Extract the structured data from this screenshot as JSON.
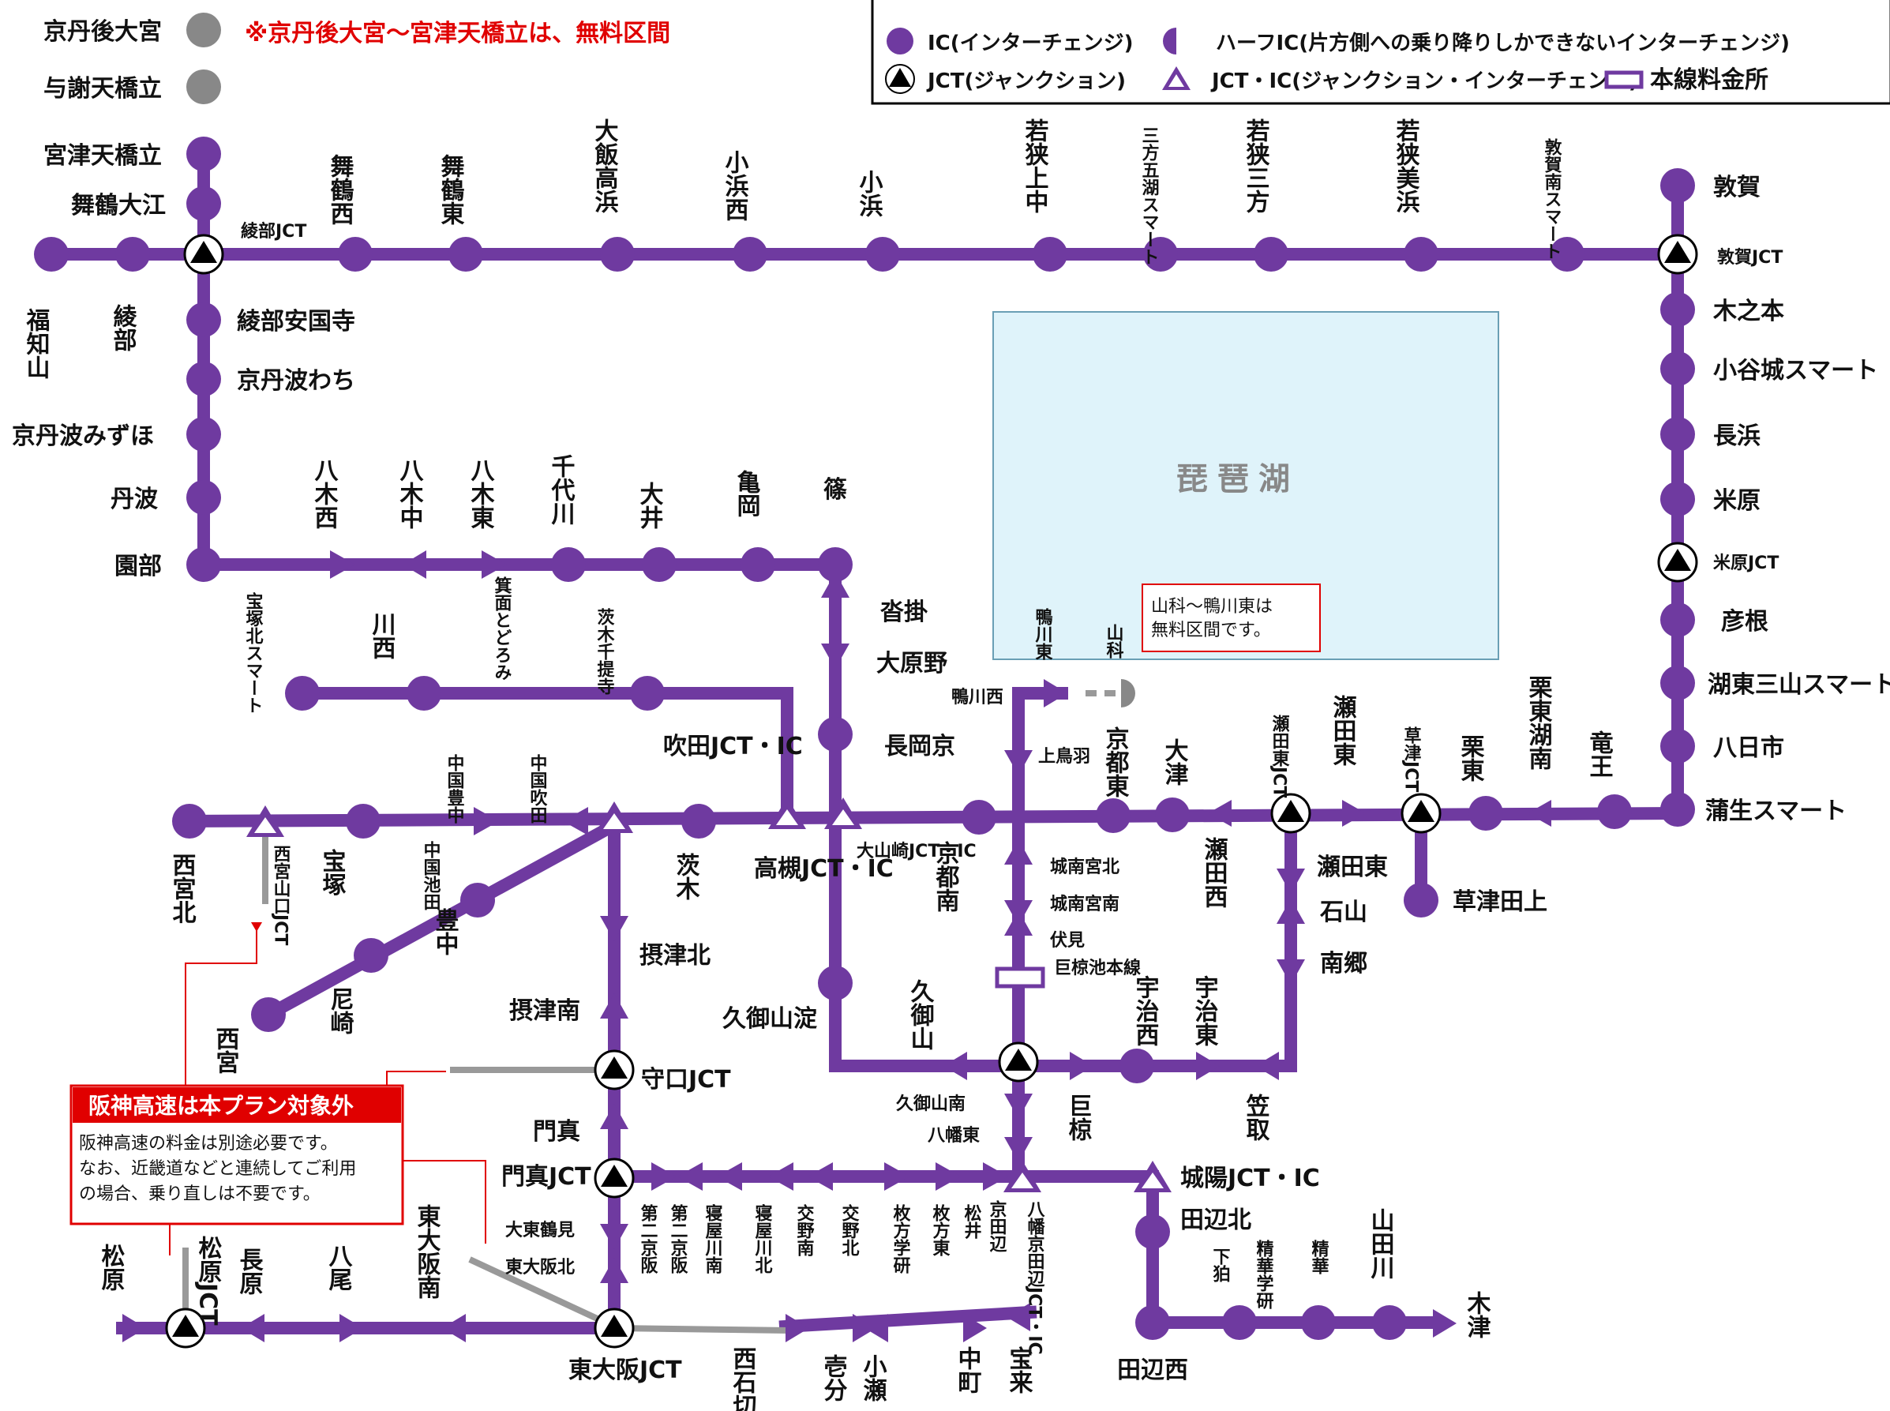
{
  "colors": {
    "route": "#6f3aa0",
    "free_ic": "#888888",
    "notice": "#e00000",
    "lake": "#dff3fa"
  },
  "notice_top": "※京丹後大宮〜宮津天橋立は、無料区間",
  "legend": {
    "ic": "IC(インターチェンジ)",
    "half_ic": "ハーフIC(片方側への乗り降りしかできないインターチェンジ)",
    "jct": "JCT(ジャンクション)",
    "jct_ic": "JCT・IC(ジャンクション・インターチェンジ)",
    "toll_gate": "本線料金所"
  },
  "lake_label": "琵琶湖",
  "free_note": "山科〜鴨川東は\n無料区間です。",
  "hanshin_box": {
    "title": "阪神高速は本プラン対象外",
    "body": "阪神高速の料金は別途必要です。\nなお、近畿道などと連続してご利用\nの場合、乗り直しは不要です。"
  },
  "stations": {
    "kyotango_omiya": "京丹後大宮",
    "yosa_amanohashidate": "与謝天橋立",
    "miyazu_amanohashidate": "宮津天橋立",
    "maizuru_oe": "舞鶴大江",
    "ayabe_jct": "綾部JCT",
    "fukuchiyama": "福知山",
    "ayabe": "綾部",
    "maizuru_nishi": "舞鶴西",
    "maizuru_higashi": "舞鶴東",
    "oi_takahama": "大飯高浜",
    "obama_nishi": "小浜西",
    "obama": "小浜",
    "wakasa_kaminaka": "若狭上中",
    "mikatagoko_smart": "三方五湖スマート",
    "wakasa_mikata": "若狭三方",
    "wakasa_mihama": "若狭美浜",
    "tsuruga_smart": "敦賀南スマート",
    "tsuruga": "敦賀",
    "tsuruga_jct": "敦賀JCT",
    "kinomoto": "木之本",
    "odanijo_smart": "小谷城スマート",
    "nagahama": "長浜",
    "maibara": "米原",
    "maibara_jct": "米原JCT",
    "hikone": "彦根",
    "koto_sanzan_smart": "湖東三山スマート",
    "yokaichi": "八日市",
    "gamo_smart": "蒲生スマート",
    "ayabe_ankokuji": "綾部安国寺",
    "kyotamba_wachi": "京丹波わち",
    "kyotamba_mizuho": "京丹波みずほ",
    "tamba": "丹波",
    "sonobe": "園部",
    "yagi_nishi": "八木西",
    "yagi_naka": "八木中",
    "yagi_higashi": "八木東",
    "chiyokawa": "千代川",
    "oi": "大井",
    "kameoka": "亀岡",
    "shino": "篠",
    "kutsukake": "沓掛",
    "oharano": "大原野",
    "nagaokakyo": "長岡京",
    "takarazuka_kita_smart": "宝塚北スマート",
    "kawanishi": "川西",
    "minoh_todoromi": "箕面とどろみ",
    "ibaraki_senteiji": "茨木千提寺",
    "suita_jct": "吹田JCT・IC",
    "chugoku_toyonaka": "中国豊中",
    "chugoku_suita": "中国吹田",
    "nishinomiya_kita": "西宮北",
    "nishinomiya_yamaguchi_jct": "西宮山口JCT",
    "takarazuka": "宝塚",
    "chugoku_ikeda": "中国池田",
    "ibaraki": "茨木",
    "takatsuki": "高槻JCT・IC",
    "oyamazaki": "大山崎JCT・IC",
    "kyoto_minami": "京都南",
    "toyonaka": "豊中",
    "amagasaki": "尼崎",
    "nishinomiya": "西宮",
    "settsu_kita": "摂津北",
    "settsu_minami": "摂津南",
    "moriguchi_jct": "守口JCT",
    "kadoma": "門真",
    "kadoma_jct": "門真JCT",
    "daito_tsurumi": "大東鶴見",
    "higashiosaka_kita": "東大阪北",
    "higashiosaka_jct": "東大阪JCT",
    "higashiosaka_minami": "東大阪南",
    "yao": "八尾",
    "nagahara": "長原",
    "matsubara_jct": "松原JCT",
    "matsubara": "松原",
    "nishiishikiri": "西石切",
    "ichibu": "壱分",
    "koze": "小瀬",
    "nakamachi": "中町",
    "horai": "宝来",
    "kumiyama_yodo": "久御山淀",
    "kumiyama": "久御山",
    "kumiyama_minami": "久御山南",
    "yawata_higashi": "八幡東",
    "kamogawa_nishi": "鴨川西",
    "kamogawa_higashi": "鴨川東",
    "yamashina": "山科",
    "kamitoba": "上鳥羽",
    "kyoto_higashi": "京都東",
    "otsu": "大津",
    "seta_nishi": "瀬田西",
    "seta_higashi_jct": "瀬田東JCT",
    "seta_higashi": "瀬田東",
    "kusatsu_jct": "草津JCT",
    "ritto": "栗東",
    "ritto_konan": "栗東湖南",
    "ryuo": "竜王",
    "kusatsu_tanakami": "草津田上",
    "ishiyama": "石山",
    "nango": "南郷",
    "jonan_miyakita": "城南宮北",
    "jonan_miyaminami": "城南宮南",
    "fushimi": "伏見",
    "ogura_honsen": "巨椋池本線",
    "ogura": "巨椋",
    "uji_nishi": "宇治西",
    "uji_higashi": "宇治東",
    "kasatori": "笠取",
    "joyo_jct": "城陽JCT・IC",
    "tanabe_kita": "田辺北",
    "tanabe_nishi": "田辺西",
    "shimokomaki": "下狛",
    "seika_gakken": "精華学研",
    "seika": "精華",
    "yamadagawa": "山田川",
    "kizu": "木津",
    "kyotanabe": "京田辺",
    "yawata_jct": "八幡京田辺JCT・IC",
    "daini_keihan": "第二京阪",
    "neyagawa_minami": "寝屋川南",
    "neyagawa_kita": "寝屋川北",
    "katano_minami": "交野南",
    "katano_kita": "交野北",
    "hirakata_gakken": "枚方学研",
    "hirakata_higashi": "枚方東",
    "matsui": "松井"
  }
}
